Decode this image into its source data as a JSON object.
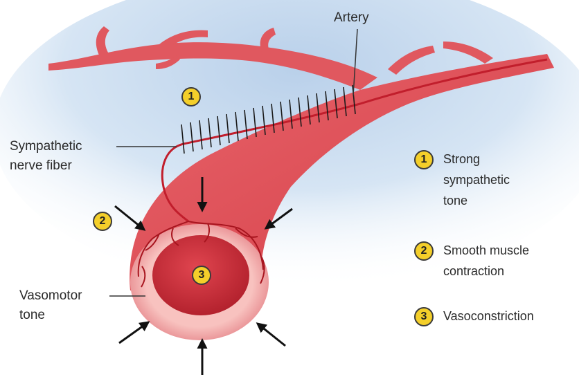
{
  "labels": {
    "artery": "Artery",
    "sympathetic_line1": "Sympathetic",
    "sympathetic_line2": "nerve fiber",
    "vasomotor_line1": "Vasomotor",
    "vasomotor_line2": "tone"
  },
  "markers": {
    "one": "1",
    "two": "2",
    "three": "3"
  },
  "legend": [
    {
      "num": "1",
      "lines": [
        "Strong",
        "sympathetic",
        "tone"
      ]
    },
    {
      "num": "2",
      "lines": [
        "Smooth muscle",
        "contraction"
      ]
    },
    {
      "num": "3",
      "lines": [
        "Vasoconstriction"
      ]
    }
  ],
  "colors": {
    "vessel": "#dc4d55",
    "vessel_dark": "#b8333b",
    "lumen": "#c9303b",
    "wall": "#f6b3b0",
    "nerve": "#c11e2c",
    "badge": "#f4cf2a",
    "background_blue": "#bcd3ec"
  }
}
